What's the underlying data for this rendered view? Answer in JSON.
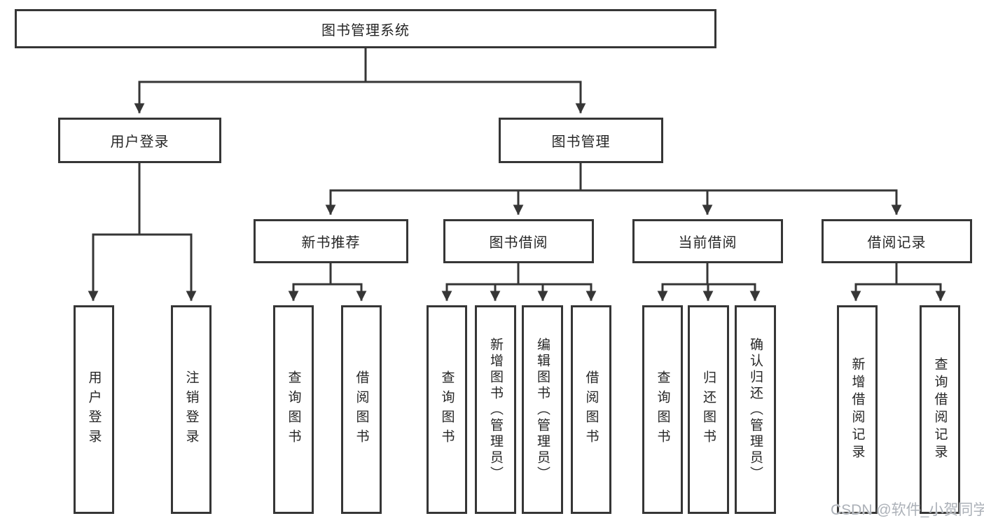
{
  "diagram": {
    "root": {
      "label": "图书管理系统"
    },
    "level2": [
      {
        "label": "用户登录"
      },
      {
        "label": "图书管理"
      }
    ],
    "level3": [
      {
        "label": "新书推荐"
      },
      {
        "label": "图书借阅"
      },
      {
        "label": "当前借阅"
      },
      {
        "label": "借阅记录"
      }
    ],
    "leaves": {
      "user_login": [
        {
          "label": "用户登录"
        },
        {
          "label": "注销登录"
        }
      ],
      "new_books": [
        {
          "label": "查询图书"
        },
        {
          "label": "借阅图书"
        }
      ],
      "borrowing": [
        {
          "label": "查询图书"
        },
        {
          "label": "新增图书（管理员）"
        },
        {
          "label": "编辑图书（管理员）"
        },
        {
          "label": "借阅图书"
        }
      ],
      "current_borrow": [
        {
          "label": "查询图书"
        },
        {
          "label": "归还图书"
        },
        {
          "label": "确认归还（管理员）"
        }
      ],
      "records": [
        {
          "label": "新增借阅记录"
        },
        {
          "label": "查询借阅记录"
        }
      ]
    },
    "watermark": "CSDN @软件_小贺同学",
    "colors": {
      "line": "#363636",
      "box_border": "#363636",
      "box_background": "#ffffff",
      "text": "#262626",
      "watermark": "#acb1b8"
    }
  }
}
